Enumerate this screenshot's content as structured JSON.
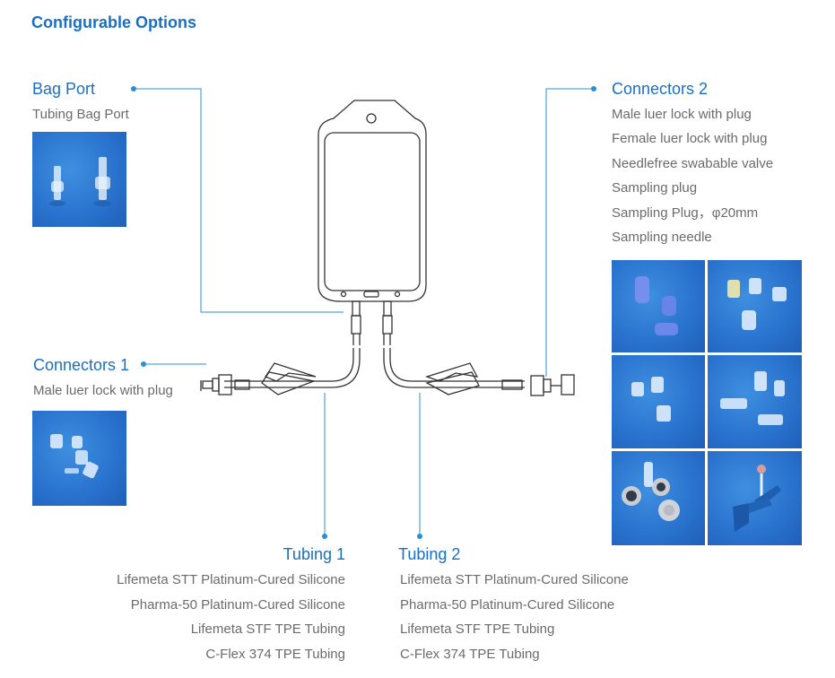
{
  "page_title": "Configurable Options",
  "bag_port": {
    "title": "Bag Port",
    "items": [
      "Tubing Bag Port"
    ]
  },
  "connectors_1": {
    "title": "Connectors 1",
    "items": [
      "Male luer lock with plug"
    ]
  },
  "connectors_2": {
    "title": "Connectors 2",
    "items": [
      "Male luer lock with plug",
      "Female luer lock with plug",
      "Needlefree swabable valve",
      "Sampling plug",
      "Sampling Plug，φ20mm",
      "Sampling needle"
    ]
  },
  "tubing_1": {
    "title": "Tubing 1",
    "items": [
      "Lifemeta STT Platinum-Cured Silicone",
      "Pharma-50 Platinum-Cured Silicone",
      "Lifemeta STF TPE Tubing",
      "C-Flex 374 TPE Tubing"
    ]
  },
  "tubing_2": {
    "title": "Tubing 2",
    "items": [
      "Lifemeta STT Platinum-Cured Silicone",
      "Pharma-50 Platinum-Cured Silicone",
      "Lifemeta STF TPE Tubing",
      "C-Flex 374 TPE Tubing"
    ]
  },
  "colors": {
    "accent": "#1a6fc4",
    "text": "#6b6b6b",
    "line": "#2b8fd6",
    "outline": "#333333",
    "photo_bg": "#2a74cf"
  }
}
